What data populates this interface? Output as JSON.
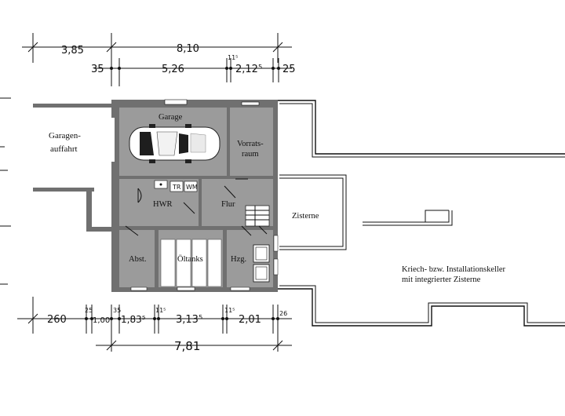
{
  "dimensions": {
    "top_row1": {
      "left": "3,85",
      "right": "8,10"
    },
    "top_row2": {
      "left": "35",
      "mid": "5,26",
      "sup": "11⁵",
      "right": "2,12⁵",
      "end": "25"
    },
    "bottom_row1": {
      "a": "260",
      "b": "25",
      "c": "1,00",
      "d": "35",
      "e": "1,83⁵",
      "f": "11⁵",
      "g": "3,13⁵",
      "h": "11⁵",
      "i": "2,01",
      "j": "26"
    },
    "bottom_row2": {
      "total": "7,81"
    }
  },
  "rooms": {
    "garage": "Garage",
    "vorratsraum_line1": "Vorrats-",
    "vorratsraum_line2": "raum",
    "hwr": "HWR",
    "flur": "Flur",
    "abst": "Abst.",
    "oeltanks": "Öltanks",
    "hzg": "Hzg.",
    "tr": "TR",
    "wm": "WM"
  },
  "areas": {
    "garagenauffahrt_line1": "Garagen-",
    "garagenauffahrt_line2": "auffahrt",
    "zisterne": "Zisterne",
    "keller_line1": "Kriech- bzw. Installationskeller",
    "keller_line2": "mit integrierter Zisterne"
  },
  "colors": {
    "wall": "#707070",
    "room": "#9b9b9b",
    "line": "#111111"
  }
}
